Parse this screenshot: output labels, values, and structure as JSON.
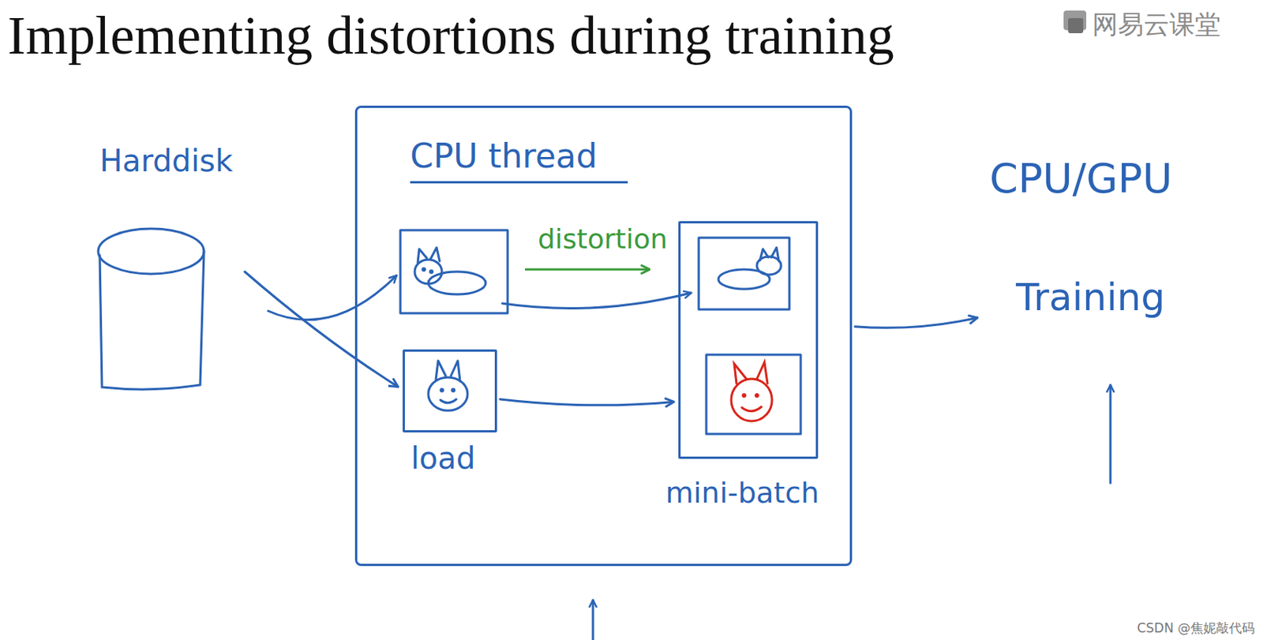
{
  "diagram": {
    "title": "Implementing distortions during training",
    "nodes": [
      {
        "text": [
          "Harddisk"
        ]
      },
      {
        "text": [
          "CPU thread"
        ]
      },
      {
        "text": [
          "load"
        ],
        "in": 1
      },
      {
        "text": [
          "mini-batch"
        ],
        "in": 1
      },
      {
        "text": [
          "CPU/GPU",
          "Training"
        ]
      }
    ],
    "edges": [
      {
        "from": 0,
        "to": 2,
        "arrow": "to"
      },
      {
        "from": 2,
        "to": 3,
        "arrow": "to"
      },
      {
        "from": 1,
        "to": 4,
        "arrow": "to"
      }
    ],
    "labels": [
      "distortion",
      "网易云课堂",
      "CSDN @焦妮敲代码"
    ]
  }
}
